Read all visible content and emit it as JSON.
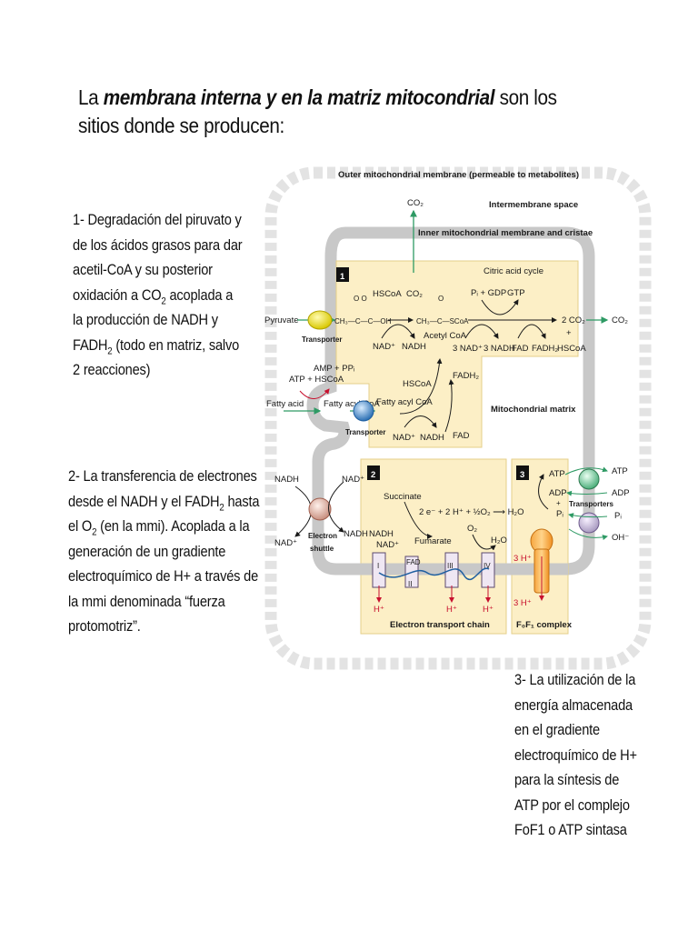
{
  "heading": {
    "prefix": "La ",
    "emphasis": "membrana interna y en la matriz mitocondrial",
    "suffix": " son los sitios donde se producen:"
  },
  "notes": {
    "n1": {
      "text_a": "1- Degradación del piruvato y de los ácidos grasos para dar acetil-CoA y su posterior oxidación a CO",
      "sub_a": "2",
      "text_b": " acoplada a la producción de NADH y FADH",
      "sub_b": "2",
      "text_c": " (todo en matriz, salvo 2 reacciones)"
    },
    "n2": {
      "text_a": "2- La transferencia de electrones desde el NADH y el FADH",
      "sub_a": "2",
      "text_b": " hasta el O",
      "sub_b": "2",
      "text_c": " (en la mmi). Acoplada a la generación de un gradiente electroquímico de H+ a través de la mmi denominada “fuerza protomotriz”."
    },
    "n3": {
      "text": "3- La utilización de la energía almacenada en el gradiente electroquímico de H+ para la síntesis de ATP por el complejo FoF1 o ATP sintasa"
    }
  },
  "diagram": {
    "outer_membrane": "Outer mitochondrial membrane (permeable to metabolites)",
    "intermembrane_space": "Intermembrane space",
    "inner_membrane": "Inner mitochondrial membrane and cristae",
    "matrix": "Mitochondrial matrix",
    "box1_num": "1",
    "box2_num": "2",
    "box3_num": "3",
    "citric_acid_cycle": "Citric acid cycle",
    "pyruvate": "Pyruvate",
    "transporter": "Transporter",
    "transporters": "Transporters",
    "co2": "CO₂",
    "co2_out": "2 CO₂",
    "plus": "+",
    "pyruvate_formula": "CH₃—C—C—OH",
    "o_marks": "O    O",
    "hscoa": "HSCoA",
    "nad_plus": "NAD⁺",
    "nadh": "NADH",
    "acetyl_formula": "CH₃—C—SCoA",
    "acetyl_coa": "Acetyl CoA",
    "pi_gdp": "Pᵢ + GDP",
    "gtp": "GTP",
    "three_nad": "3 NAD⁺",
    "three_nadh": "3 NADH",
    "fad": "FAD",
    "fadh2": "FADH₂",
    "amp_ppi": "AMP + PPᵢ",
    "atp_hscoa": "ATP + HSCoA",
    "fatty_acid": "Fatty acid",
    "fatty_acyl_coa": "Fatty acyl CoA",
    "electron_shuttle": "Electron shuttle",
    "succinate": "Succinate",
    "fumarate": "Fumarate",
    "reaction": "2 e⁻ + 2 H⁺ + ½O₂ ⟶ H₂O",
    "o2": "O₂",
    "h2o": "H₂O",
    "h_plus": "H⁺",
    "three_h": "3 H⁺",
    "etc": "Electron transport chain",
    "complex_roman": [
      "I",
      "III",
      "IV"
    ],
    "complex_two": "II",
    "fad_label": "FAD",
    "f0f1": "F₀F₁ complex",
    "atp": "ATP",
    "adp": "ADP",
    "pi": "Pᵢ",
    "oh": "OH⁻",
    "colors": {
      "membrane": "#c8c8c8",
      "outer_dash": "#e3e3e3",
      "box_fill": "#fcefc6",
      "arrow_green": "#2e9a64",
      "h_red": "#c8102e",
      "etc_blue": "#1f5fa0"
    }
  }
}
